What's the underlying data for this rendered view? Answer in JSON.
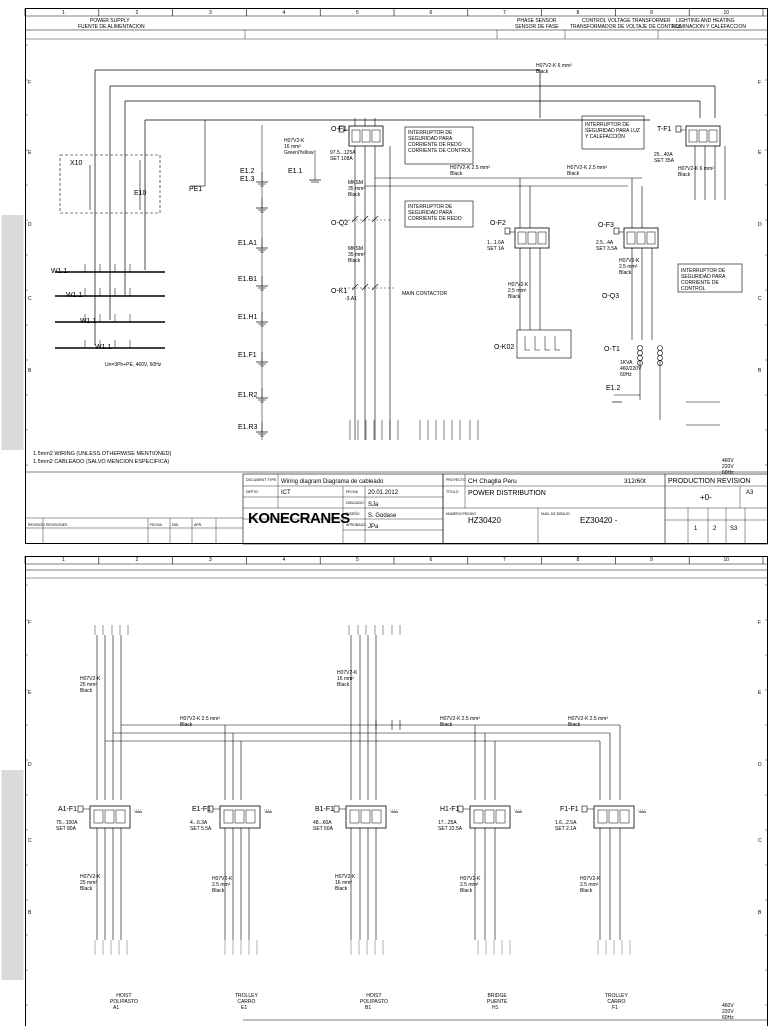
{
  "columns": [
    "1",
    "2",
    "3",
    "4",
    "5",
    "6",
    "7",
    "8",
    "9",
    "10"
  ],
  "rows": [
    "F",
    "E",
    "D",
    "C",
    "B"
  ],
  "sheet1": {
    "headers": [
      {
        "en": "POWER SUPPLY",
        "es": "FUENTE DE ALIMENTACION"
      },
      {
        "en": "PHASE SENSOR",
        "es": "SENSOR DE FASE"
      },
      {
        "en": "CONTROL VOLTAGE TRANSFORMER",
        "es": "TRANSFORMADOR DE VOLTAJE DE CONTROL"
      },
      {
        "en": "LIGHTING AND HEATING",
        "es": "ILUMINACION Y CALEFACCION"
      }
    ],
    "devices": {
      "of1": "O-F1",
      "of1_rating": "97.5...125A\nSET 108A",
      "tf1": "T-F1",
      "tf1_rating": "25...40A\nSET 35A",
      "of2": "O-F2",
      "of2_rating": "1...1.6A\nSET 1A",
      "of3": "O-F3",
      "of3_rating": "2.5...4A\nSET 3.5A",
      "oq2": "O-Q2",
      "ok1": "O-K1",
      "ok1_sub": "-3.A1",
      "main_contactor": "MAIN CONTACTOR",
      "ok02": "O-K02",
      "oq3": "O-Q3",
      "ot1": "O-T1",
      "ot1_rating": "1KVA\n460/220V\n60Hz",
      "x10": "X10",
      "e10": "E10",
      "pe1": "PE1",
      "e12": "E1.2",
      "e11": "E1.1",
      "e13": "E1.3",
      "ea1": "E1.A1",
      "eb1": "E1.B1",
      "eh1": "E1.H1",
      "ef1": "E1.F1",
      "er2": "E1.R2",
      "er3": "E1.R3",
      "e12b": "E1.2",
      "w11": "W1.1",
      "w12": "W1.1",
      "w13": "W1.1",
      "w14": "W1.1",
      "supply": "Un=3Ph+PE, 460V, 60Hz"
    },
    "boxes": [
      "INTERRUPTOR DE SEGURIDAD PARA CORRIENTE DE REDO CORRIENTE DE CONTROL",
      "INTERRUPTOR DE SEGURIDAD PARA CORRIENTE DE REDO",
      "INTERRUPTOR DE SEGURIDAD PARA LUZ Y CALEFACCIÓN",
      "INTERRUPTOR DE SEGURIDAD PARA CORRIENTE DE CONTROL"
    ],
    "wires": {
      "w1": "H07V2-K 6 mm²\nBlack",
      "w2": "H07V2-K 2.5 mm²\nBlack",
      "w3": "H07V2-K\n16 mm²\nGreen/Yellow",
      "w4": "MKSM\n35 mm²\nBlack",
      "w5": "H07V2-K\n2.5 mm²\nBlack"
    },
    "notes": [
      "1.5mm2 WIRING (UNLESS OTHERWISE MENTIONED)",
      "1.5mm2 CABLEADO (SALVO MENCION ESPECIFICA)"
    ],
    "voltages": [
      "460V",
      "220V",
      "60Hz"
    ],
    "title_block": {
      "diagram_type": "Wiring diagram Diagrama de cableado",
      "dept": "ICT",
      "date": "20.01.2012",
      "drawn": "SJa",
      "design": "S. Godase",
      "approved": "JPa",
      "logo": "KONECRANES",
      "project": "CH Chaglla Peru",
      "order": "312/60t",
      "title": "POWER DISTRIBUTION",
      "status": "PRODUCTION REVISION",
      "order_no": "HZ30420",
      "drawing_no": "EZ30420 -",
      "location": "+0-",
      "size": "A3",
      "sheet": "1",
      "next": "2",
      "total": "S3"
    },
    "tb_labels": {
      "doc_type": "DOCUMENT TYPE",
      "dept": "DEPTO",
      "date": "FECHA",
      "drawn": "DIBUJADO",
      "design": "DISEÑO",
      "approved": "APROBADO",
      "project": "PROYECTO",
      "title": "TÍTULO",
      "order": "NÚMERO PEDIDO",
      "drawing": "NÚM. DE DIBUJO",
      "rev": "REVISIÓN",
      "revisions": "REVISIONES",
      "date2": "FECHA",
      "draw": "DIB.",
      "app": "APR."
    }
  },
  "sheet2": {
    "wire_labels": [
      "H07V2-K\n25 mm²\nBlack",
      "H07V2-K\n16 mm²\nBlack",
      "H07V2-K 2.5 mm²\nBlack",
      "H07V2-K 2.5 mm²\nBlack",
      "H07V2-K 2.5 mm²\nBlack"
    ],
    "breakers": [
      {
        "tag": "A1-F1",
        "rating": "75...100A\nSET 80A",
        "out": "H07V2-K\n25 mm²\nBlack",
        "name": "HOIST\nPOLIPASTO",
        "loc": "A1"
      },
      {
        "tag": "E1-F1",
        "rating": "4...6.3A\nSET 5.5A",
        "out": "H07V2-K\n2.5 mm²\nBlack",
        "name": "TROLLEY\nCARRO",
        "loc": "E1"
      },
      {
        "tag": "B1-F1",
        "rating": "48...60A\nSET 50A",
        "out": "H07V2-K\n16 mm²\nBlack",
        "name": "HOIST\nPOLIPASTO",
        "loc": "B1"
      },
      {
        "tag": "H1-F1",
        "rating": "17...25A\nSET 22.5A",
        "out": "H07V2-K\n2.5 mm²\nBlack",
        "name": "BRIDGE\nPUENTE",
        "loc": "H1"
      },
      {
        "tag": "F1-F1",
        "rating": "1.6...2.5A\nSET 2.1A",
        "out": "H07V2-K\n2.5 mm²\nBlack",
        "name": "TROLLEY\nCARRO",
        "loc": "F1"
      }
    ],
    "voltages": [
      "460V",
      "220V",
      "60Hz"
    ]
  }
}
